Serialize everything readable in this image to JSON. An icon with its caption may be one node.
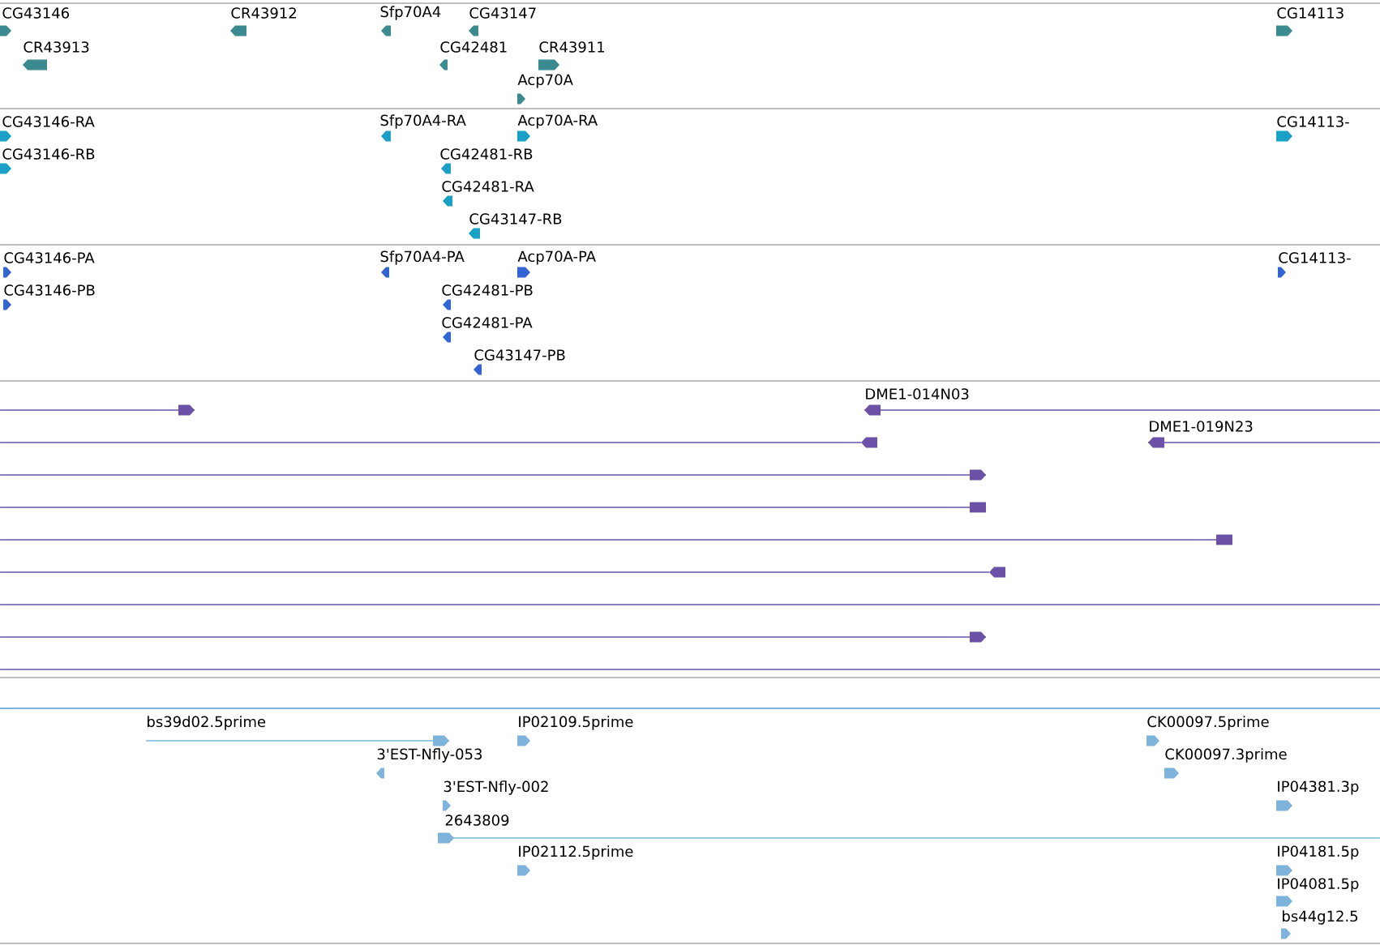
{
  "diagram": {
    "labels": [
      "CG43146",
      "CR43912",
      "Sfp70A4",
      "CG43147",
      "CG14113",
      "CR43913",
      "CG42481",
      "CR43911",
      "Acp70A",
      "CG43146-RA",
      "Sfp70A4-RA",
      "Acp70A-RA",
      "CG14113-",
      "CG43146-RB",
      "CG42481-RB",
      "CG42481-RA",
      "CG43147-RB",
      "CG43146-PA",
      "Sfp70A4-PA",
      "Acp70A-PA",
      "CG14113-",
      "CG43146-PB",
      "CG42481-PB",
      "CG42481-PA",
      "CG43147-PB",
      "DME1-014N03",
      "DME1-019N23",
      "bs39d02.5prime",
      "IP02109.5prime",
      "CK00097.5prime",
      "3'EST-Nfly-053",
      "CK00097.3prime",
      "3'EST-Nfly-002",
      "IP04381.3p",
      "2643809",
      "IP02112.5prime",
      "IP04181.5p",
      "IP04081.5p",
      "bs44g12.5"
    ]
  }
}
